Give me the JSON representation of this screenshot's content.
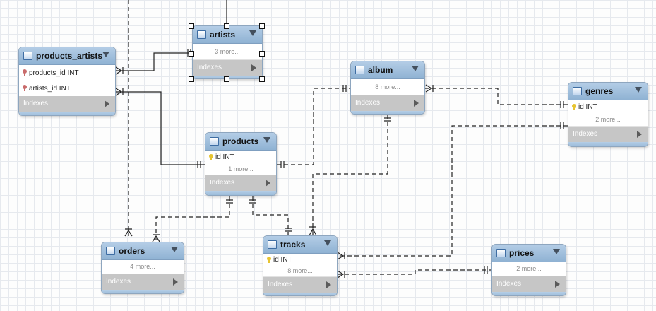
{
  "tables": {
    "products_artists": {
      "name": "products_artists",
      "columns": [
        "products_id INT",
        "artists_id INT"
      ],
      "indexes": "Indexes"
    },
    "artists": {
      "name": "artists",
      "more": "3 more...",
      "indexes": "Indexes"
    },
    "album": {
      "name": "album",
      "more": "8 more...",
      "indexes": "Indexes"
    },
    "genres": {
      "name": "genres",
      "columns": [
        "id INT"
      ],
      "more": "2 more...",
      "indexes": "Indexes"
    },
    "products": {
      "name": "products",
      "columns": [
        "id INT"
      ],
      "more": "1 more...",
      "indexes": "Indexes"
    },
    "orders": {
      "name": "orders",
      "more": "4 more...",
      "indexes": "Indexes"
    },
    "tracks": {
      "name": "tracks",
      "columns": [
        "id INT"
      ],
      "more": "8 more...",
      "indexes": "Indexes"
    },
    "prices": {
      "name": "prices",
      "more": "2 more...",
      "indexes": "Indexes"
    }
  },
  "relationships": [
    {
      "from": "artists",
      "to": "products_artists"
    },
    {
      "from": "products",
      "to": "products_artists"
    },
    {
      "from": "album",
      "to": "products"
    },
    {
      "from": "genres",
      "to": "album"
    },
    {
      "from": "genres",
      "to": "tracks"
    },
    {
      "from": "products",
      "to": "orders"
    },
    {
      "from": "products",
      "to": "tracks"
    },
    {
      "from": "album",
      "to": "tracks"
    },
    {
      "from": "prices",
      "to": "tracks"
    }
  ],
  "colors": {
    "header": "#9dbcdc",
    "indexes": "#c6c6c6",
    "line": "#222222"
  }
}
